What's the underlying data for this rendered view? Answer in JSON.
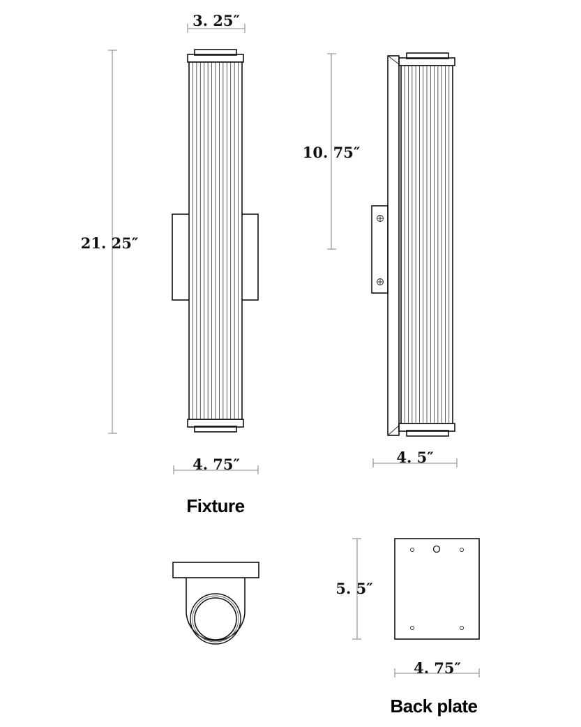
{
  "dimensions": {
    "front_top_width": "3. 25″",
    "front_height": "21. 25″",
    "front_bottom_width": "4. 75″",
    "side_height": "10. 75″",
    "side_depth": "4. 5″",
    "backplate_height": "5. 5″",
    "backplate_width": "4. 75″"
  },
  "labels": {
    "fixture": "Fixture",
    "back_plate": "Back plate"
  },
  "colors": {
    "line": "#111111",
    "dimension_line": "#8a8a8a",
    "background": "#ffffff"
  }
}
